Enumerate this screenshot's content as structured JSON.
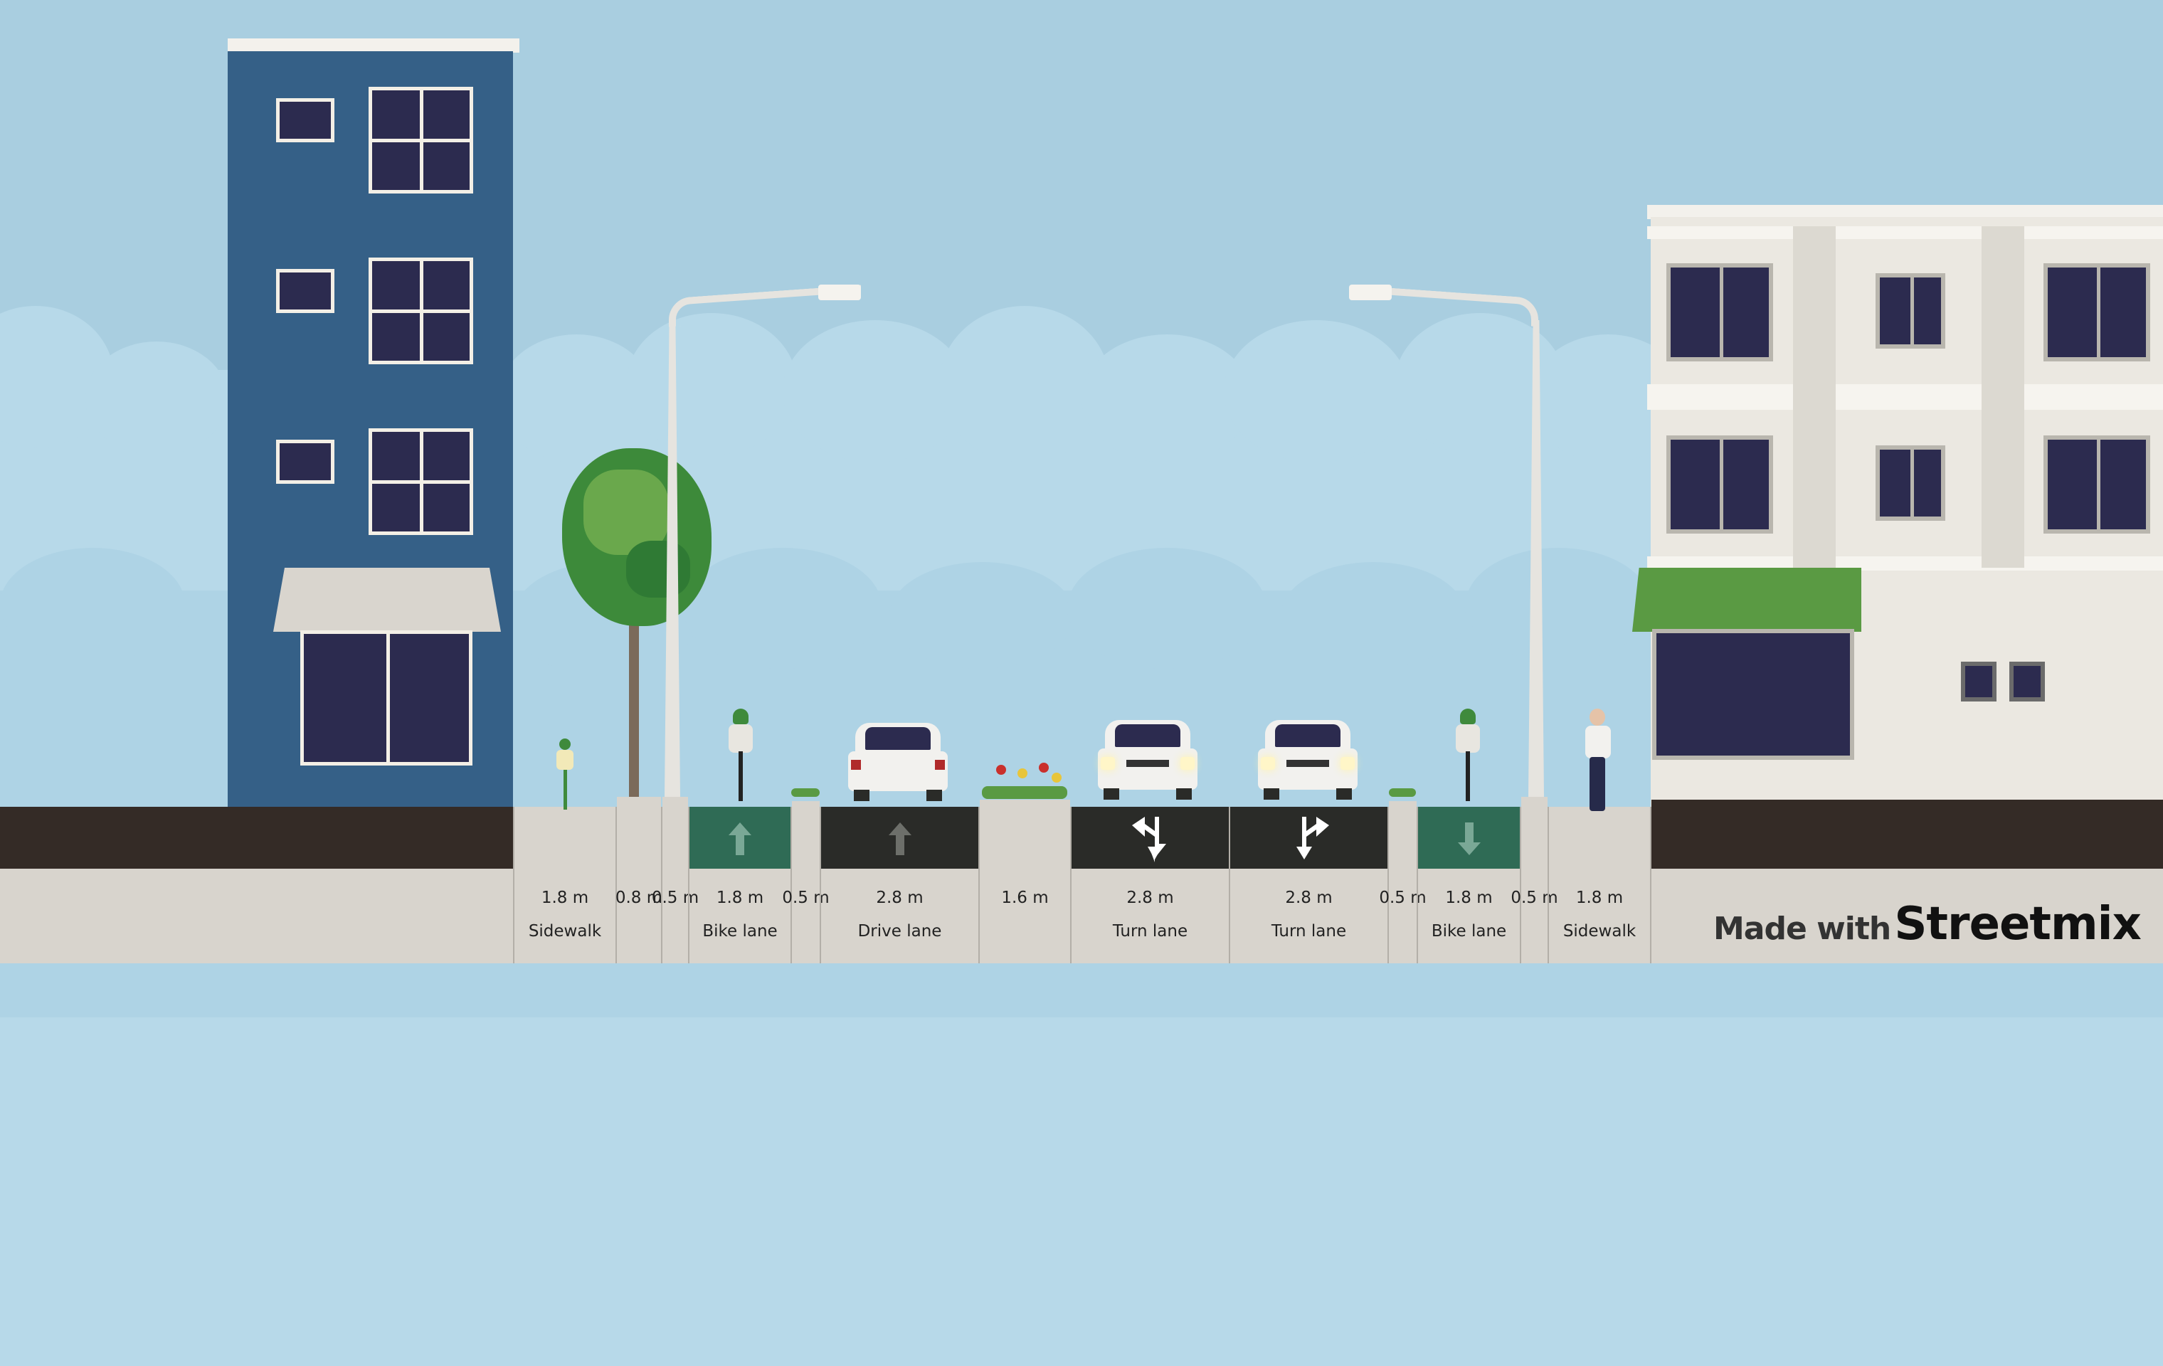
{
  "segments": [
    {
      "width": "1.8 m",
      "name": "Sidewalk"
    },
    {
      "width": "0.8 m",
      "name": ""
    },
    {
      "width": "0.5 m",
      "name": ""
    },
    {
      "width": "1.8 m",
      "name": "Bike lane"
    },
    {
      "width": "0.5 m",
      "name": ""
    },
    {
      "width": "2.8 m",
      "name": "Drive lane"
    },
    {
      "width": "1.6 m",
      "name": ""
    },
    {
      "width": "2.8 m",
      "name": "Turn lane"
    },
    {
      "width": "2.8 m",
      "name": "Turn lane"
    },
    {
      "width": "0.5 m",
      "name": ""
    },
    {
      "width": "1.8 m",
      "name": "Bike lane"
    },
    {
      "width": "0.5 m",
      "name": ""
    },
    {
      "width": "1.8 m",
      "name": "Sidewalk"
    }
  ],
  "credit": {
    "prefix": "Made with",
    "brand": "Streetmix"
  },
  "colors": {
    "sky": "#a9cee0",
    "asphalt": "#2a2b28",
    "bike_lane": "#2f6b55",
    "sidewalk": "#d8d4cd",
    "left_building": "#356087",
    "right_building": "#ebe8e1",
    "awning_green": "#5a9a43"
  }
}
